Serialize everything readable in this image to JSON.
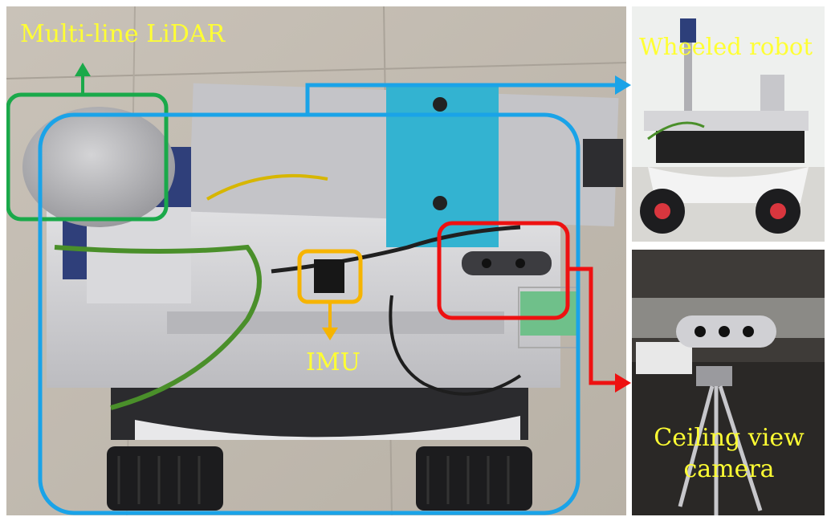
{
  "labels": {
    "lidar": "Multi-line LiDAR",
    "imu": "IMU",
    "robot": "Wheeled robot",
    "camera_line1": "Ceiling view",
    "camera_line2": "camera"
  },
  "colors": {
    "lidar_box": "#1aa94a",
    "robot_box": "#1aa3e8",
    "imu_box": "#f6b400",
    "camera_box": "#ee1111",
    "label_text": "#ffff33"
  }
}
